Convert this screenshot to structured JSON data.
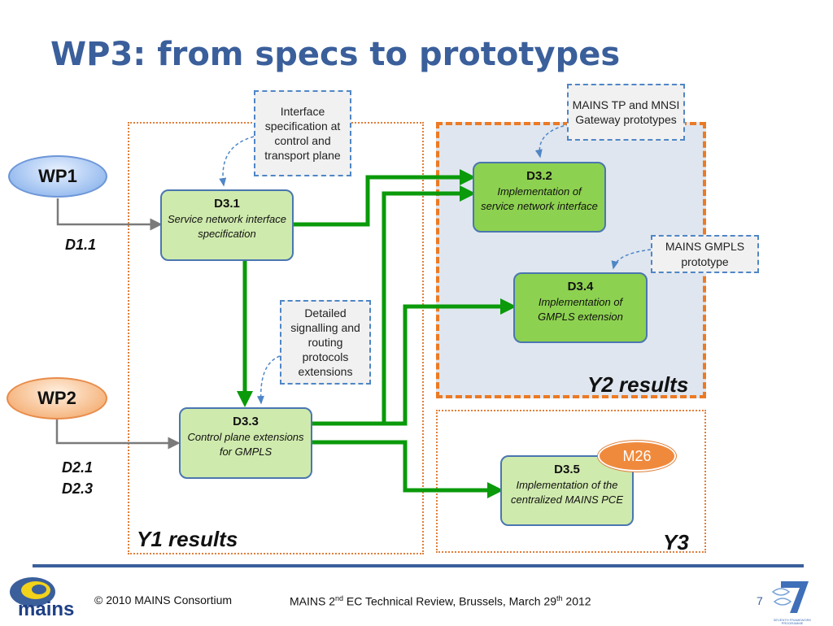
{
  "title": "WP3: from specs to prototypes",
  "notes": {
    "interface_spec": "Interface specification at control and transport plane",
    "mains_tp": "MAINS TP and MNSI Gateway prototypes",
    "mains_gmpls": "MAINS GMPLS prototype",
    "signalling": "Detailed signalling and routing protocols extensions"
  },
  "work_packages": {
    "wp1": "WP1",
    "wp2": "WP2"
  },
  "deliverables": {
    "wp1_out": "D1.1",
    "wp2_out_1": "D2.1",
    "wp2_out_2": "D2.3"
  },
  "boxes": {
    "d31": {
      "id": "D3.1",
      "desc": "Service network interface specification"
    },
    "d32": {
      "id": "D3.2",
      "desc": "Implementation of service network interface"
    },
    "d33": {
      "id": "D3.3",
      "desc": "Control plane extensions for GMPLS"
    },
    "d34": {
      "id": "D3.4",
      "desc": "Implementation of GMPLS extension"
    },
    "d35": {
      "id": "D3.5",
      "desc": "Implementation of the centralized MAINS PCE"
    }
  },
  "milestone": "M26",
  "regions": {
    "y1": "Y1 results",
    "y2": "Y2 results",
    "y3": "Y3"
  },
  "footer": {
    "copyright": "© 2010 MAINS Consortium",
    "review_pre": "MAINS 2",
    "review_sup1": "nd",
    "review_mid": " EC Technical Review, Brussels, March 29",
    "review_sup2": "th",
    "review_post": " 2012",
    "page": "7",
    "logo_text": "mains",
    "fp7_text": "SEVENTH FRAMEWORK PROGRAMME"
  },
  "colors": {
    "title": "#3a5f9b",
    "arrow_green": "#0a9a0a",
    "region_orange": "#ec7a24",
    "box_light": "#cfeaad",
    "box_dark": "#8dd150"
  }
}
